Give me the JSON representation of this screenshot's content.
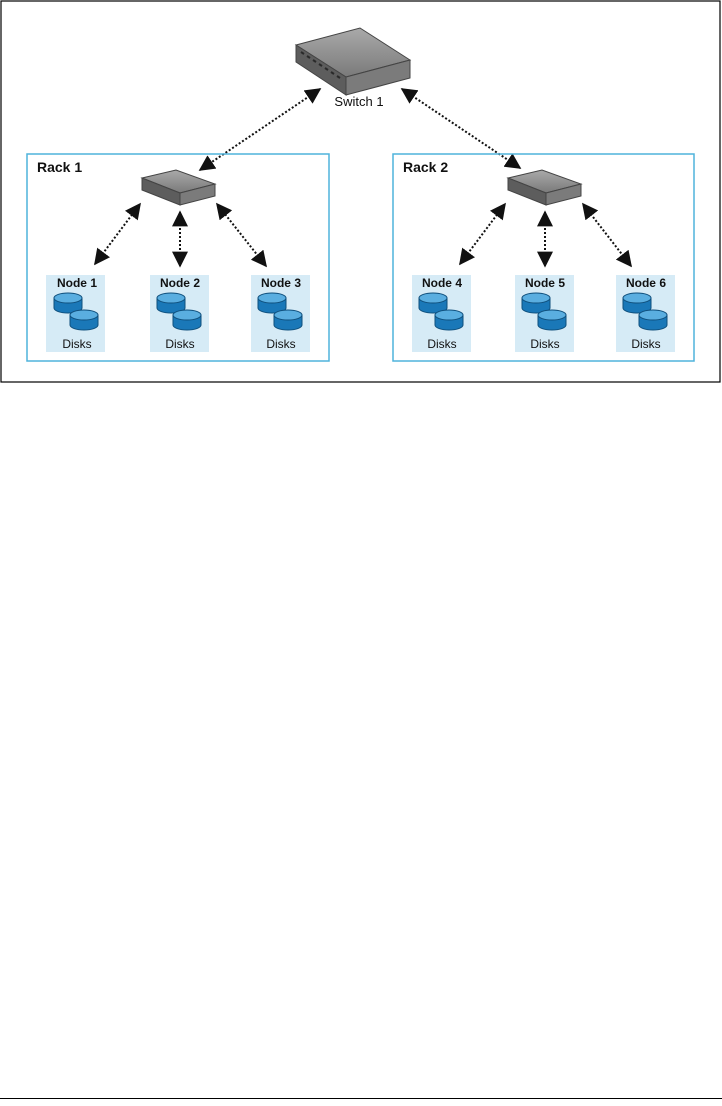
{
  "switch": {
    "label": "Switch 1"
  },
  "racks": [
    {
      "title": "Rack 1",
      "nodes": [
        {
          "name": "Node 1",
          "disks": "Disks"
        },
        {
          "name": "Node 2",
          "disks": "Disks"
        },
        {
          "name": "Node 3",
          "disks": "Disks"
        }
      ]
    },
    {
      "title": "Rack 2",
      "nodes": [
        {
          "name": "Node 4",
          "disks": "Disks"
        },
        {
          "name": "Node 5",
          "disks": "Disks"
        },
        {
          "name": "Node 6",
          "disks": "Disks"
        }
      ]
    }
  ],
  "colors": {
    "rack_border": "#4fb3dc",
    "node_fill": "#d6ebf6",
    "disk_fill": "#1a78b8",
    "disk_top": "#5aaee0",
    "switch_fill": "#8c8c8c"
  },
  "icons": {
    "switch": "network-switch-icon",
    "disks": "disk-stack-icon"
  }
}
